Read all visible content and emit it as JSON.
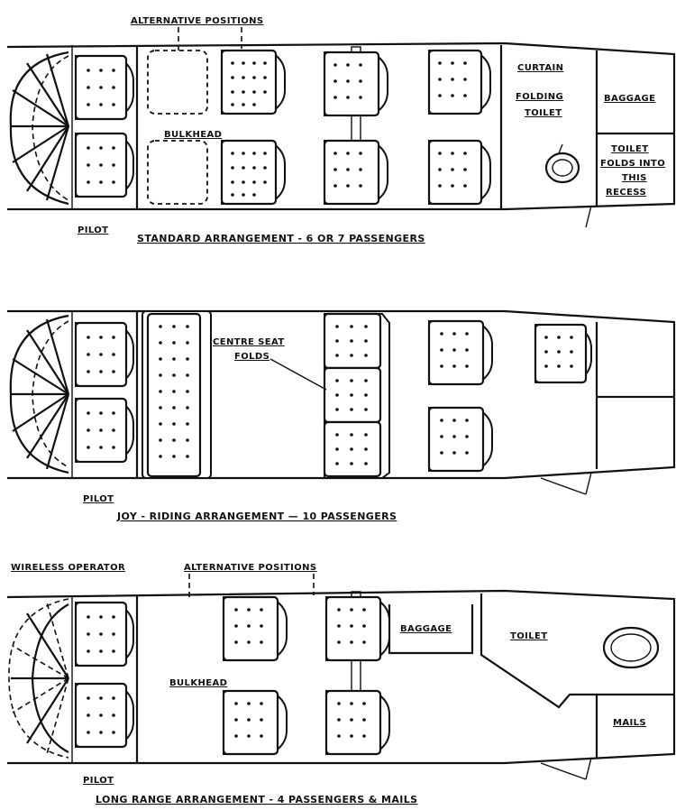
{
  "standard": {
    "alternative_positions": "ALTERNATIVE POSITIONS",
    "curtain": "CURTAIN",
    "folding": "FOLDING",
    "toilet": "TOILET",
    "baggage": "BAGGAGE",
    "toilet_folds_1": "TOILET",
    "toilet_folds_2": "FOLDS INTO",
    "toilet_folds_3": "THIS",
    "toilet_folds_4": "RECESS",
    "bulkhead": "BULKHEAD",
    "pilot": "PILOT",
    "caption": "STANDARD ARRANGEMENT - 6 OR 7 PASSENGERS"
  },
  "joy": {
    "centre_seat": "CENTRE SEAT",
    "folds": "FOLDS",
    "pilot": "PILOT",
    "caption": "JOY - RIDING ARRANGEMENT — 10 PASSENGERS"
  },
  "long_range": {
    "wireless_operator": "WIRELESS OPERATOR",
    "alternative_positions": "ALTERNATIVE POSITIONS",
    "baggage": "BAGGAGE",
    "toilet": "TOILET",
    "bulkhead": "BULKHEAD",
    "mails": "MAILS",
    "pilot": "PILOT",
    "caption": "LONG RANGE ARRANGEMENT - 4 PASSENGERS & MAILS"
  }
}
